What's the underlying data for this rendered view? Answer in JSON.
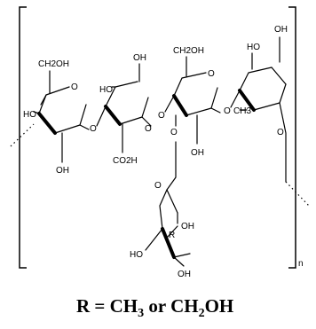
{
  "labels": {
    "ch2oh": "CH2OH",
    "oh": "OH",
    "ho": "HO",
    "o": "O",
    "co2h": "CO2H",
    "ch3": "CH3",
    "r": "R",
    "n": "n"
  },
  "caption": {
    "r_eq": "R = CH",
    "sub3": "3",
    "or_ch": " or CH",
    "sub2": "2",
    "oh": "OH"
  }
}
